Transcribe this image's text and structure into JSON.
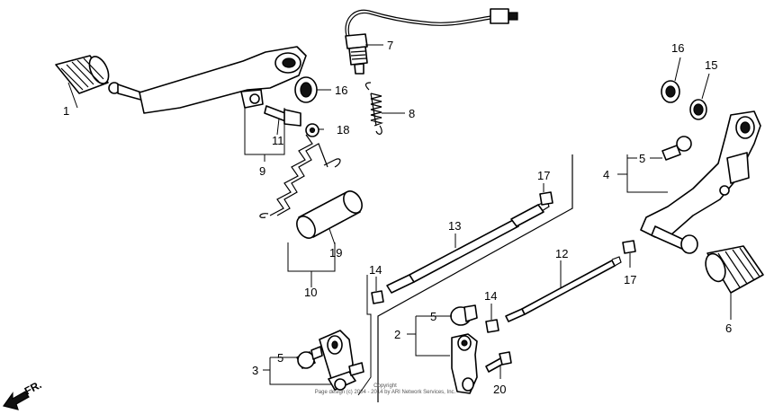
{
  "callouts": {
    "c1": "1",
    "c2": "2",
    "c3": "3",
    "c4": "4",
    "c5a": "5",
    "c5b": "5",
    "c5c": "5",
    "c6": "6",
    "c7": "7",
    "c8": "8",
    "c9": "9",
    "c10": "10",
    "c11": "11",
    "c12": "12",
    "c13": "13",
    "c14a": "14",
    "c14b": "14",
    "c15": "15",
    "c16a": "16",
    "c16b": "16",
    "c17a": "17",
    "c17b": "17",
    "c18": "18",
    "c19": "19",
    "c20": "20"
  },
  "direction_label": "FR.",
  "copyright": {
    "line1": "Copyright",
    "line2": "Page design (c) 2004 - 2014 by ARI Network Services, Inc."
  }
}
